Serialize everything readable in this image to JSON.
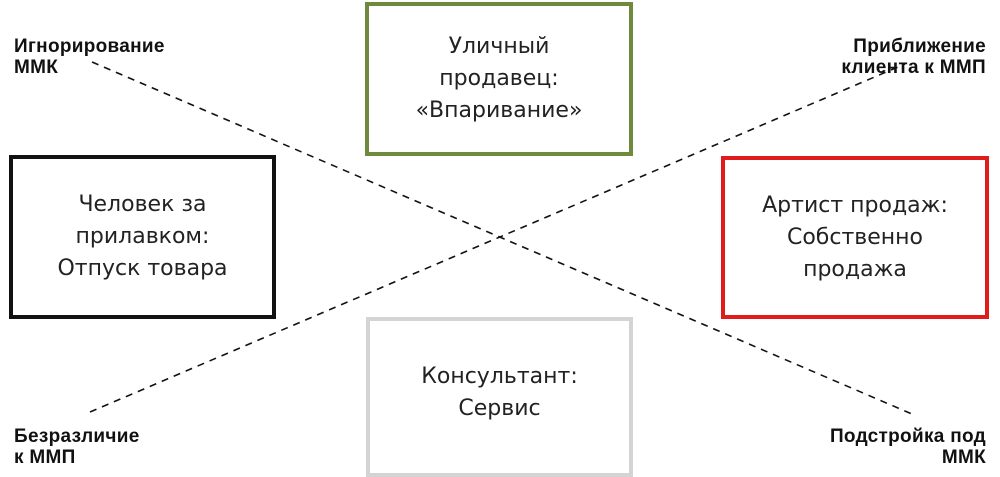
{
  "corners": {
    "top_left": "Игнорирование\nММК",
    "top_right": "Приближение\nклиента к ММП",
    "bottom_left": "Безразличие\nк ММП",
    "bottom_right": "Подстройка под\nММК"
  },
  "boxes": {
    "top": {
      "text": "Уличный\nпродавец:\n«Впаривание»",
      "color": "#6e8b3d"
    },
    "left": {
      "text": "Человек за\nприлавком:\nОтпуск товара",
      "color": "#111111"
    },
    "right": {
      "text": "Артист продаж:\nСобственно\nпродажа",
      "color": "#e01b1b"
    },
    "bottom": {
      "text": "Консультант:\nСервис",
      "color": "#d4d4d4"
    }
  }
}
